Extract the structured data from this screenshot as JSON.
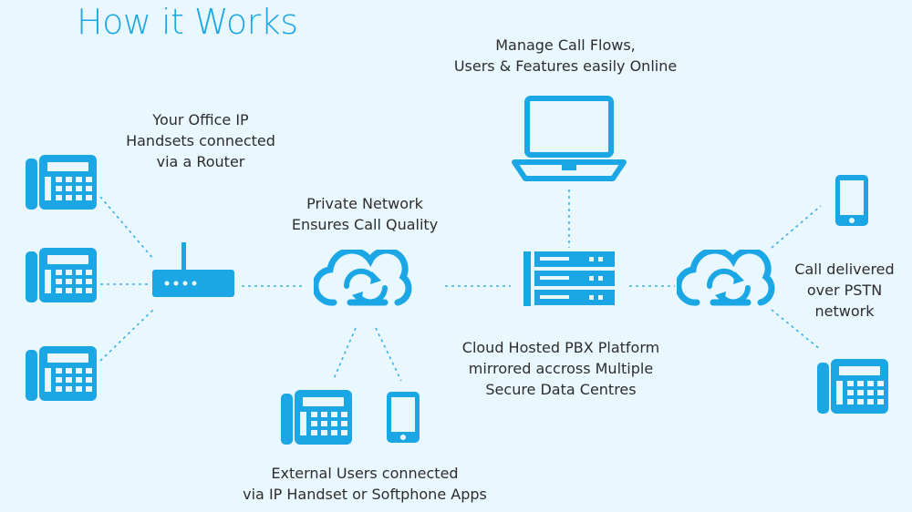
{
  "title": "How it Works",
  "labels": {
    "manage": [
      "Manage Call Flows,",
      "Users & Features easily Online"
    ],
    "office": [
      "Your Office IP",
      "Handsets connected",
      "via a Router"
    ],
    "private": [
      "Private Network",
      "Ensures Call Quality"
    ],
    "pstn": [
      "Call delivered",
      "over PSTN",
      "network"
    ],
    "pbx": [
      "Cloud Hosted PBX Platform",
      "mirrored accross Multiple",
      "Secure Data Centres"
    ],
    "external": [
      "External Users connected",
      "via IP Handset or Softphone Apps"
    ]
  },
  "colors": {
    "accent": "#1ba7e6",
    "background": "#e9f7fe",
    "text": "#2d2d2d"
  },
  "icons": [
    "desk-phone-icon",
    "router-icon",
    "cloud-icon",
    "server-icon",
    "laptop-icon",
    "mobile-phone-icon"
  ]
}
